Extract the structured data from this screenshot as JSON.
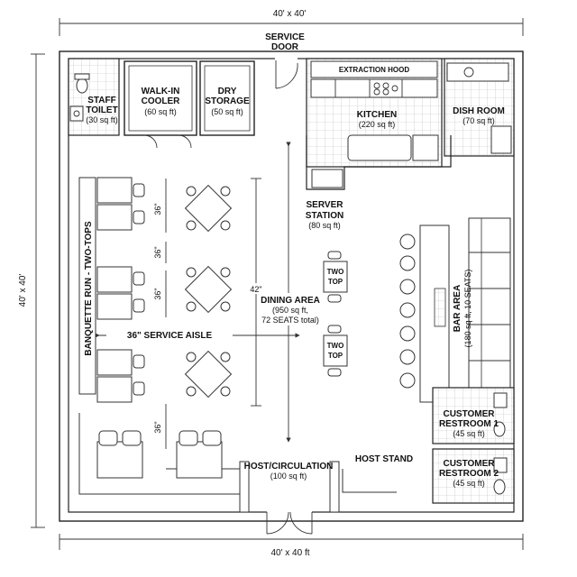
{
  "dimensions": {
    "top": "40' x 40'",
    "left": "40' x 40'",
    "bottom": "40' x 40 ft",
    "table_height": "42\"",
    "table_gaps": [
      "36\"",
      "36\"",
      "36\"",
      "36\""
    ],
    "service_aisle": "36\" SERVICE AISLE"
  },
  "rooms": {
    "staff_toilet": {
      "name1": "STAFF",
      "name2": "TOILET",
      "area": "(30 sq ft)"
    },
    "walk_in_cooler": {
      "name1": "WALK-IN",
      "name2": "COOLER",
      "area": "(60 sq ft)"
    },
    "dry_storage": {
      "name1": "DRY",
      "name2": "STORAGE",
      "area": "(50 sq ft)"
    },
    "service_door": {
      "name1": "SERVICE",
      "name2": "DOOR"
    },
    "extraction_hood": "EXTRACTION HOOD",
    "kitchen": {
      "name": "KITCHEN",
      "area": "(220 sq ft)"
    },
    "dish_room": {
      "name": "DISH ROOM",
      "area": "(70 sq ft)"
    },
    "server_station": {
      "name1": "SERVER",
      "name2": "STATION",
      "area": "(80 sq ft)"
    },
    "dining_area": {
      "name": "DINING AREA",
      "area1": "(950 sq ft,",
      "area2": "72 SEATS total)"
    },
    "bar_area": {
      "name": "BAR AREA",
      "area": "(180 sq ft, 10 SEATS)"
    },
    "restroom_1": {
      "name1": "CUSTOMER",
      "name2": "RESTROOM 1",
      "area": "(45 sq ft)"
    },
    "restroom_2": {
      "name1": "CUSTOMER",
      "name2": "RESTROOM 2",
      "area": "(45 sq ft)"
    },
    "host_circulation": {
      "name": "HOST/CIRCULATION",
      "area": "(100 sq ft)"
    },
    "host_stand": "HOST STAND",
    "banquette": "BANQUETTE RUN - TWO-TOPS"
  },
  "two_top_labels": [
    {
      "line1": "TWO",
      "line2": "TOP"
    },
    {
      "line1": "TWO",
      "line2": "TOP"
    }
  ]
}
